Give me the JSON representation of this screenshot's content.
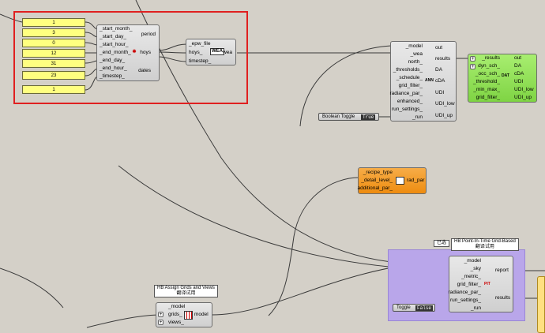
{
  "sliders": [
    "1",
    "3",
    "0",
    "12",
    "31",
    "23",
    "1"
  ],
  "period_comp": {
    "inputs": [
      "_start_month_",
      "_start_day_",
      "_start_hour_",
      "_end_month_",
      "_end_day_",
      "_end_hour_",
      "_timestep_"
    ],
    "outputs": [
      "period",
      "hoys",
      "dates"
    ]
  },
  "wea_comp": {
    "inputs": [
      "_epw_file",
      "hoys_",
      "timestep_"
    ],
    "icon": "WEA",
    "output": "wea"
  },
  "daylight_comp": {
    "inputs": [
      "_model",
      "_wea",
      "north_",
      "_thresholds_",
      "_schedule_",
      "grid_filter_",
      "radiance_par_",
      "enhanced_",
      "run_settings_",
      "_run"
    ],
    "outputs": [
      "out",
      "results",
      "DA",
      "cDA",
      "UDI",
      "UDI_low",
      "UDI_up"
    ],
    "icon": "ANN"
  },
  "results_comp": {
    "inputs": [
      "_results",
      "dyn_sch_",
      "_occ_sch_",
      "_threshold_",
      "_min_max_",
      "grid_filter_"
    ],
    "outputs": [
      "out",
      "DA",
      "cDA",
      "UDI",
      "UDI_low",
      "UDI_up"
    ],
    "icon": "DAT"
  },
  "recipe_comp": {
    "inputs": [
      "_recipe_type",
      "_detail_level_",
      "additional_par_"
    ],
    "output": "rad_par"
  },
  "pit_comp": {
    "title": "HB Point-In-Time Grid-Based",
    "subtitle": "翻译试用",
    "badge": "已选",
    "inputs": [
      "_model",
      "_sky",
      "_metric_",
      "grid_filter_",
      "radiance_par_",
      "run_settings_",
      "_run"
    ],
    "outputs": [
      "report",
      "results"
    ],
    "icon": "PIT"
  },
  "assign_comp": {
    "title": "HB Assign Grids and Views",
    "subtitle": "翻译试用",
    "inputs": [
      "_model",
      "grids_",
      "views_"
    ],
    "output": "model"
  },
  "toggles": {
    "boolean_label": "Boolean Toggle",
    "boolean_value": "True",
    "toggle_label": "Toggle",
    "toggle_value": "False"
  },
  "colors": {
    "canvas": "#d4d0c8",
    "slider": "#ffff80",
    "selection": "#e02020",
    "results_green": "#8fe050",
    "recipe_orange": "#f3981e",
    "group_purple": "#b9a6ea"
  }
}
